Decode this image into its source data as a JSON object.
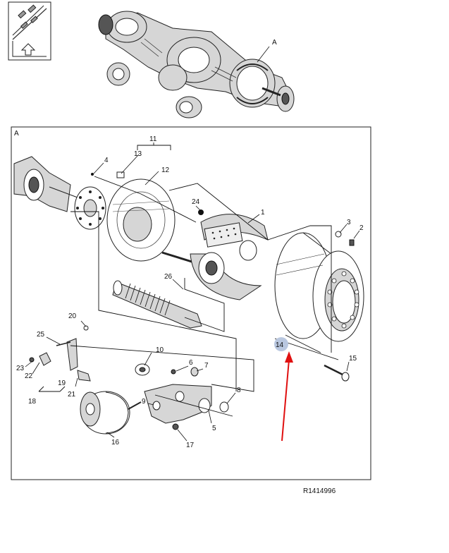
{
  "view_icon": {
    "name": "view-direction-icon"
  },
  "overview": {
    "label": "A"
  },
  "detail": {
    "label": "A"
  },
  "callouts": {
    "c1": "1",
    "c2": "2",
    "c3": "3",
    "c4": "4",
    "c5": "5",
    "c6": "6",
    "c7": "7",
    "c8": "8",
    "c9": "9",
    "c10": "10",
    "c11": "11",
    "c12": "12",
    "c13": "13",
    "c14": "14",
    "c15": "15",
    "c16": "16",
    "c17": "17",
    "c18": "18",
    "c19": "19",
    "c20": "20",
    "c21": "21",
    "c22": "22",
    "c23": "23",
    "c24": "24",
    "c25": "25",
    "c26": "26"
  },
  "highlight": {
    "callout": "14",
    "arrow_color": "#e01010",
    "circle_color": "#b9c7df"
  },
  "figure_id": "R1414996"
}
